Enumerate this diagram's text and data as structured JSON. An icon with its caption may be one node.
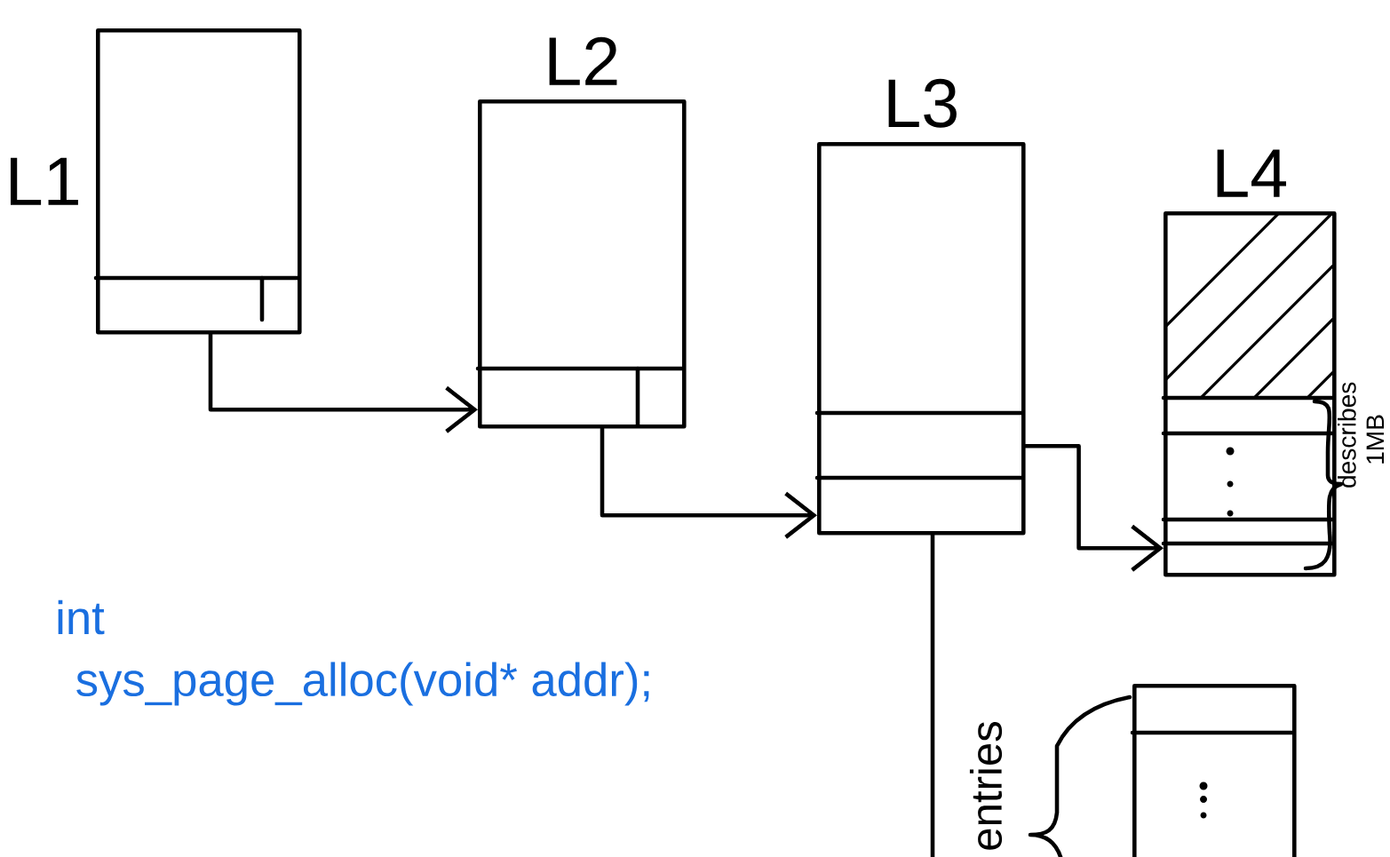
{
  "diagram": {
    "nodes": [
      {
        "text": [
          "L1"
        ]
      },
      {
        "text": [
          "L2"
        ]
      },
      {
        "text": [
          "L3"
        ]
      },
      {
        "text": [
          "L4"
        ]
      },
      {
        "text": [],
        "shape": "box"
      }
    ],
    "edges": [
      {
        "from": 0,
        "to": 1,
        "arrow": "to"
      },
      {
        "from": 1,
        "to": 2,
        "arrow": "to"
      },
      {
        "from": 2,
        "to": 3,
        "arrow": "to"
      },
      {
        "from": 2,
        "to": null,
        "arrow": "none"
      }
    ],
    "labels": [
      "describes 1MB",
      "int",
      "sys_page_alloc(void* addr);",
      "entries"
    ]
  }
}
